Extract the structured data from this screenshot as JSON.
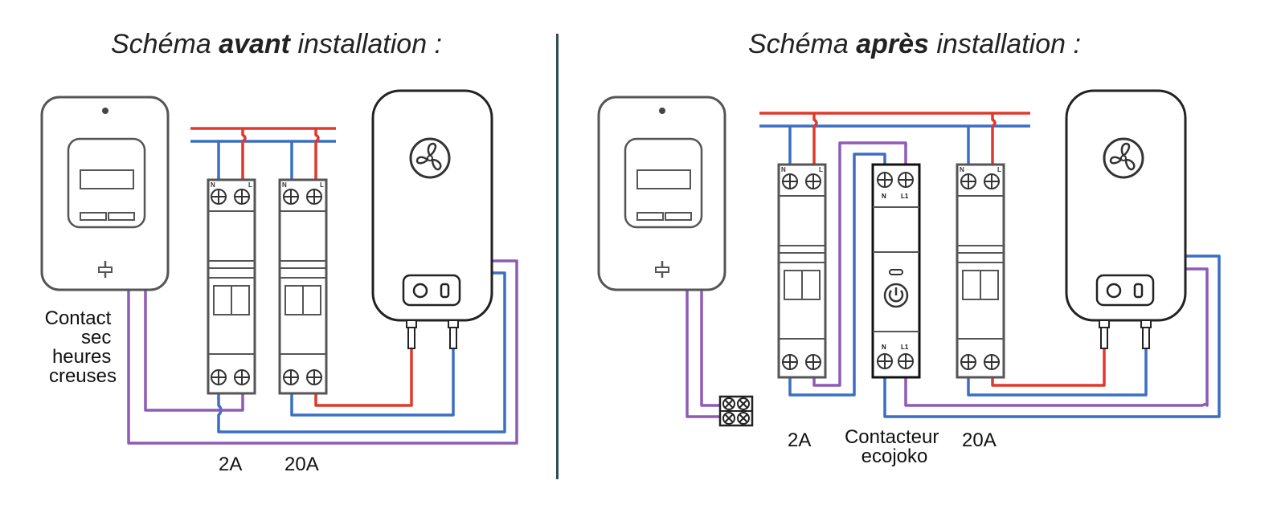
{
  "titles": {
    "before": {
      "prefix": "Schéma ",
      "bold": "avant",
      "suffix": " installation :"
    },
    "after": {
      "prefix": "Schéma ",
      "bold": "après",
      "suffix": " installation :"
    }
  },
  "labels": {
    "contact_lines": [
      "Contact",
      "sec",
      "heures",
      "creuses"
    ],
    "breaker_2a": "2A",
    "breaker_20a": "20A",
    "contactor_lines": [
      "Contacteur",
      "ecojoko"
    ],
    "terminal_n": "N",
    "terminal_l": "L",
    "terminal_l1": "L1"
  },
  "colors": {
    "phase": "#e0392b",
    "neutral": "#3a6fc4",
    "dry_contact": "#8e5bb5",
    "outline": "#555555",
    "divider": "#2f4f4f"
  },
  "icons": [
    "meter-icon",
    "fan-icon",
    "power-icon",
    "screw-terminal-icon"
  ]
}
